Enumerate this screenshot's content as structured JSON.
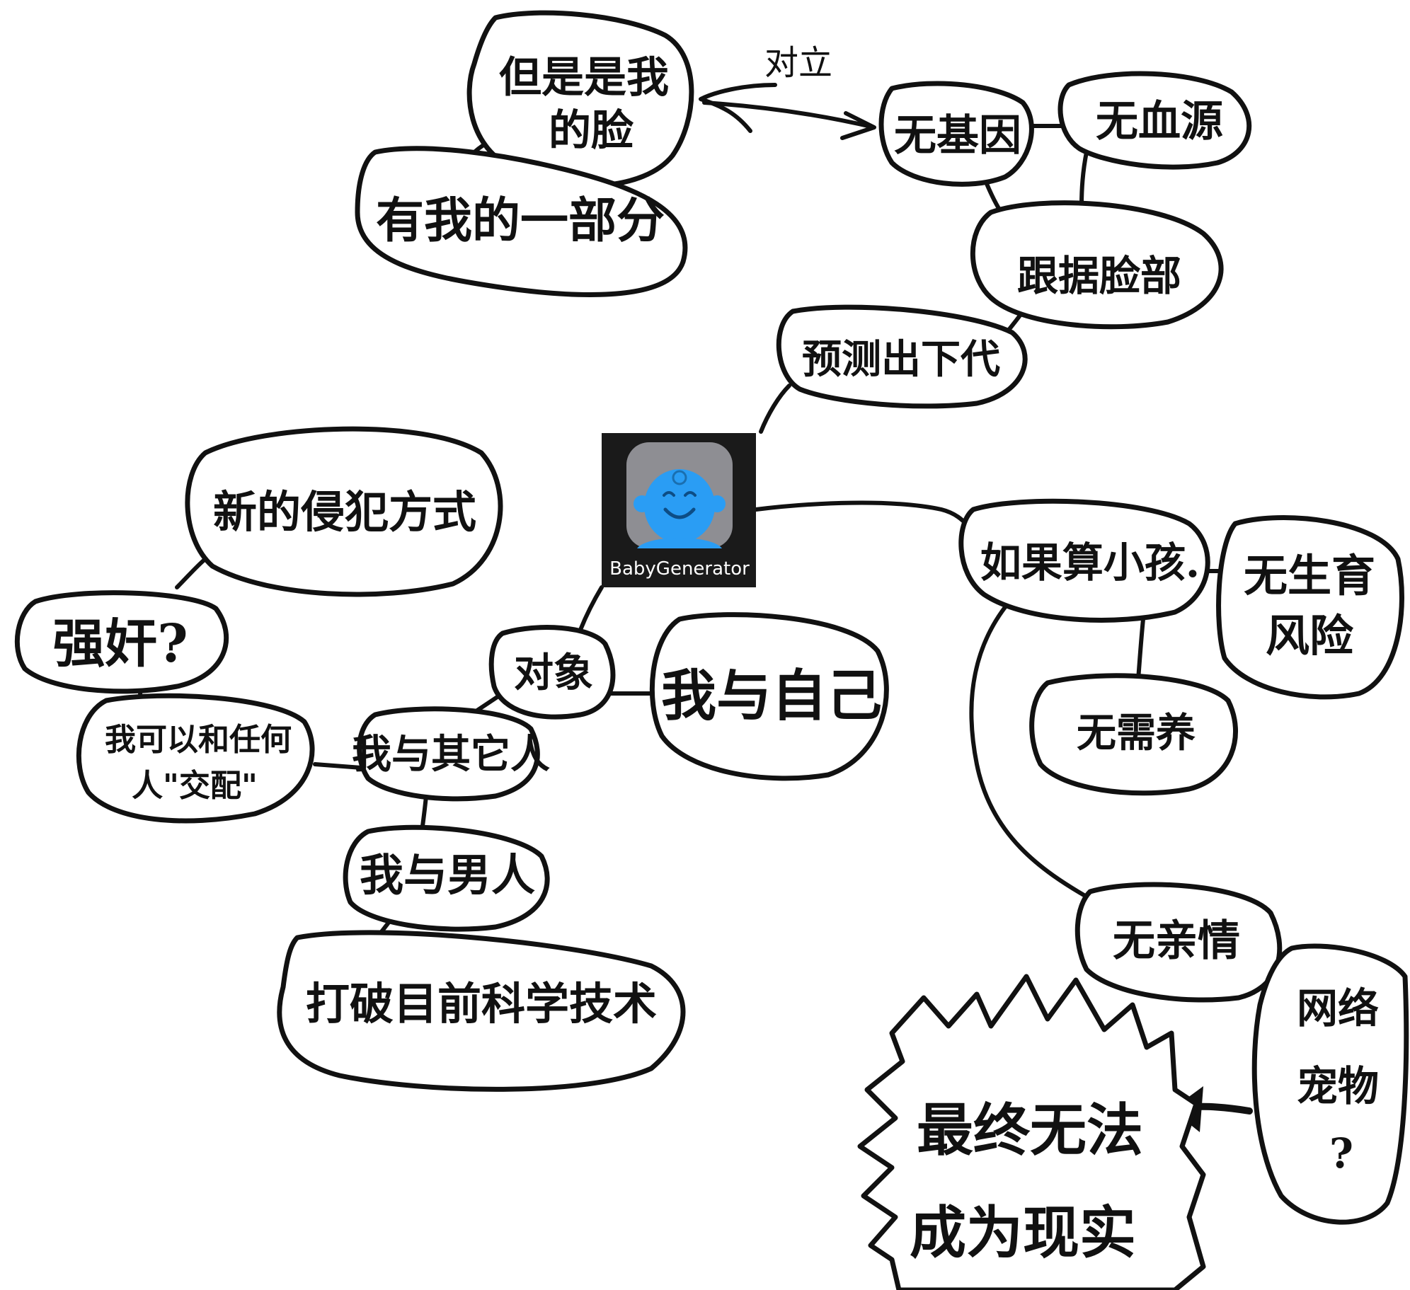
{
  "app": {
    "label": "BabyGenerator",
    "icon": "baby-face-icon",
    "icon_bg_color": "#8e8e93",
    "icon_face_color": "#2a9df4"
  },
  "nodes": {
    "but_my_face": [
      "但是是我",
      "的脸"
    ],
    "part_of_me": "有我的一部分",
    "opposition": "对立",
    "no_gene": "无基因",
    "no_blood": "无血源",
    "by_face": "跟据脸部",
    "predict": "预测出下代",
    "as_child": "如果算小孩.",
    "no_birth_risk": [
      "无生育",
      "风险"
    ],
    "no_upbringing": "无需养",
    "no_affection": "无亲情",
    "online_pet": [
      "网络",
      "宠物",
      "?"
    ],
    "finally": [
      "最终无法",
      "成为现实"
    ],
    "partner": "对象",
    "me_self": "我与自己",
    "me_others": "我与其它人",
    "me_men": "我与男人",
    "break_science": "打破目前科学技术",
    "any_person": [
      "我可以和任何",
      "人\"交配\""
    ],
    "rape": "强奸?",
    "new_crime": "新的侵犯方式"
  }
}
